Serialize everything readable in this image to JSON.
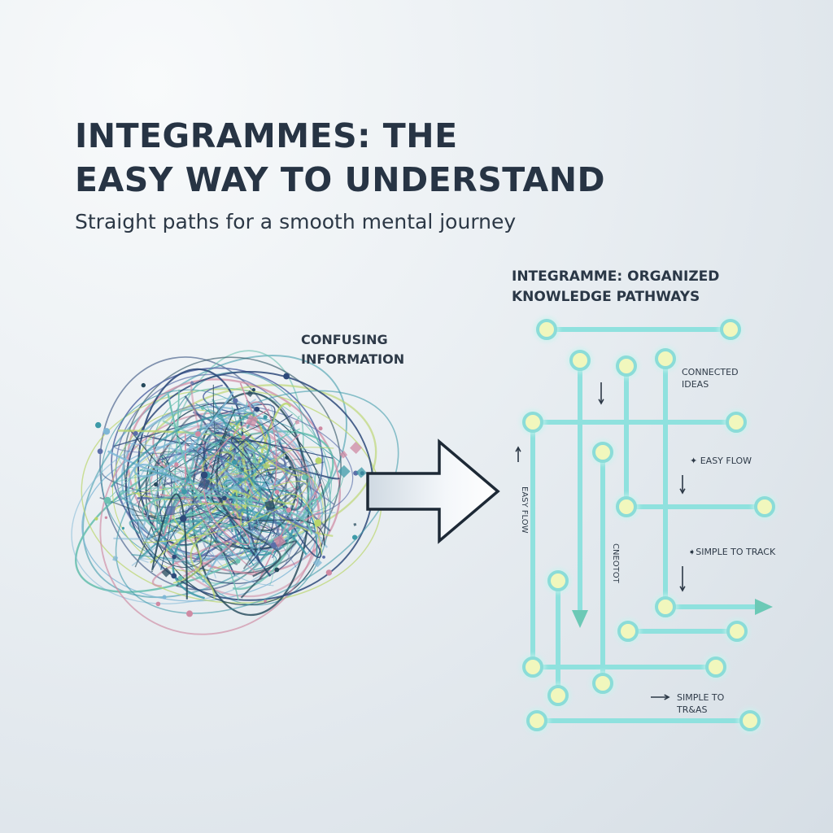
{
  "title_lines": [
    "INTEGRAMMES: THE",
    "EASY WAY TO UNDERSTAND"
  ],
  "subtitle": "Straight paths for a smooth mental journey",
  "left_label_lines": [
    "CONFUSING",
    "INFORMATION"
  ],
  "right_title_lines": [
    "INTEGRAMME: ORGANIZED",
    "KNOWLEDGE PATHWAYS"
  ],
  "annotations": {
    "connected_ideas": [
      "CONNECTED",
      "IDEAS"
    ],
    "easy_flow": "✦ EASY FLOW",
    "simple_to_track": "➧SIMPLE TO TRACK",
    "simple_to_tr": [
      "SIMPLE TO",
      "TR&AS"
    ],
    "vertical_easy_flow": "EASY FLOW",
    "vertical_cneotot": "CNEOTOT"
  },
  "colors": {
    "path_stroke": "#8fe1de",
    "path_glow": "#c7f3ee",
    "node_fill": "#f1f7bd",
    "node_ring": "#8bdcd8",
    "tangle": [
      "#2e4a7a",
      "#3d9aa8",
      "#6cc1b2",
      "#b9d56a",
      "#cf8aa3",
      "#5b6fa8",
      "#7fb7d6",
      "#264a5c"
    ]
  }
}
